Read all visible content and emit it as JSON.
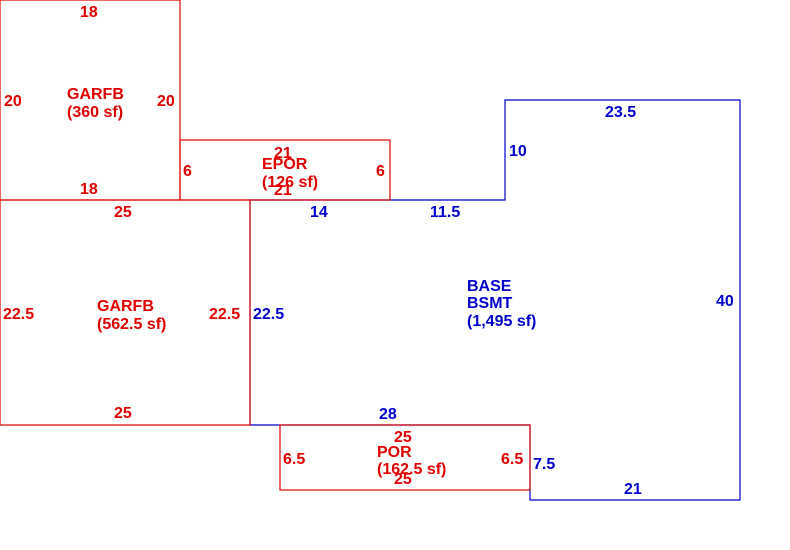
{
  "colors": {
    "red": "#e00000",
    "blue": "#0000cc",
    "background": "#ffffff"
  },
  "areas": {
    "garfb_top": {
      "name": "GARFB",
      "area": "(360 sf)",
      "dims": {
        "top": "18",
        "left": "20",
        "right": "20",
        "bottom": "18"
      }
    },
    "epor": {
      "name": "EPOR",
      "area": "(126 sf)",
      "dims": {
        "top": "21",
        "left": "6",
        "right": "6",
        "bottom": "21"
      }
    },
    "garfb_main": {
      "name": "GARFB",
      "area": "(562.5 sf)",
      "dims": {
        "top": "25",
        "left": "22.5",
        "right": "22.5",
        "bottom": "25"
      }
    },
    "base": {
      "name": "BASE",
      "name2": "BSMT",
      "area": "(1,495 sf)",
      "dims": {
        "top": "23.5",
        "step_vertical": "10",
        "step_horizontal": "11.5",
        "top_left": "14",
        "left": "22.5",
        "right": "40",
        "bottom_inner": "28",
        "notch_vertical": "7.5",
        "bottom": "21"
      }
    },
    "por": {
      "name": "POR",
      "area": "(162.5 sf)",
      "dims": {
        "top": "25",
        "left": "6.5",
        "right": "6.5",
        "bottom": "25"
      }
    }
  }
}
